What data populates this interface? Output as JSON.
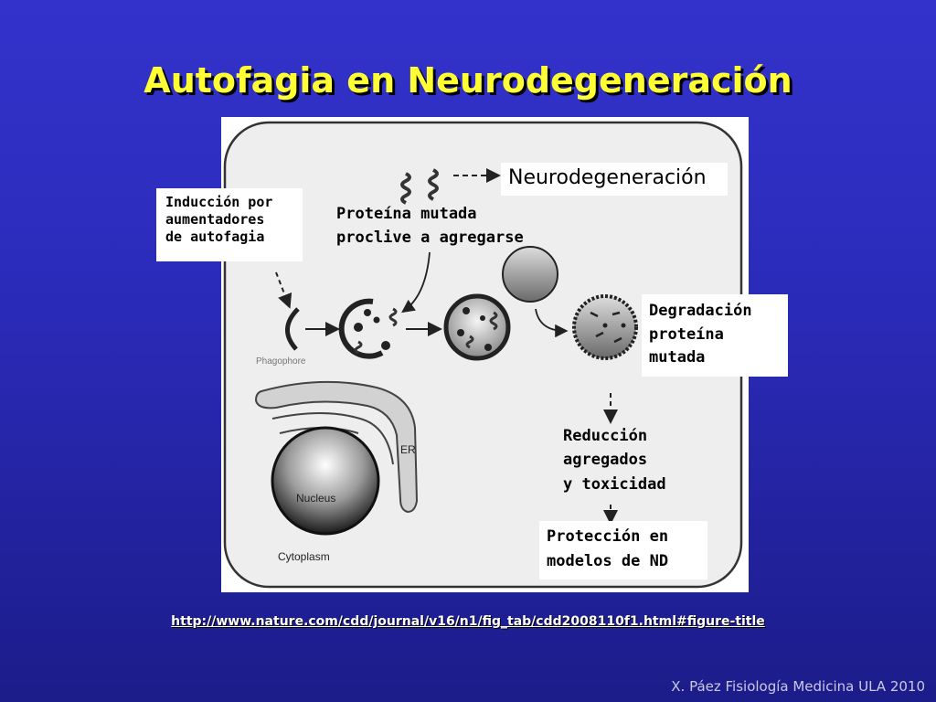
{
  "slide": {
    "title": "Autofagia en Neurodegeneración",
    "url": "http://www.nature.com/cdd/journal/v16/n1/fig_tab/cdd2008110f1.html#figure-title",
    "footer": "X. Páez Fisiología Medicina ULA 2010"
  },
  "diagram": {
    "labels": {
      "induccion": [
        "Inducción por",
        "aumentadores",
        "de autofagia"
      ],
      "proteina": [
        "Proteína mutada",
        "proclive a agregarse"
      ],
      "neurodegeneracion": "Neurodegeneración",
      "degradacion": [
        "Degradación",
        "proteína",
        "mutada"
      ],
      "reduccion": [
        "Reducción",
        "agregados",
        "y toxicidad"
      ],
      "proteccion": [
        "Protección en",
        "modelos de ND"
      ]
    },
    "figure_text": {
      "er": "ER",
      "nucleus": "Nucleus",
      "cytoplasm": "Cytoplasm"
    }
  }
}
